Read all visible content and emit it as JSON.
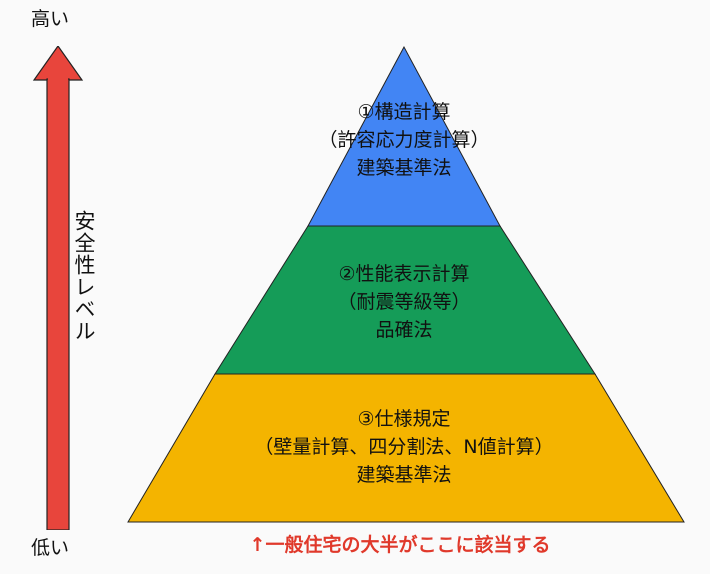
{
  "axis": {
    "high_label": "高い",
    "low_label": "低い",
    "title": "安全性レベル",
    "arrow_color": "#e8453c"
  },
  "tiers": {
    "top": {
      "title": "①構造計算",
      "subtitle": "（許容応力度計算）",
      "law": "建築基準法",
      "color": "#4285f4"
    },
    "middle": {
      "title": "②性能表示計算",
      "subtitle": "（耐震等級等）",
      "law": "品確法",
      "color": "#159c58"
    },
    "bottom": {
      "title": "③仕様規定",
      "subtitle": "（壁量計算、四分割法、N値計算）",
      "law": "建築基準法",
      "color": "#f4b400"
    }
  },
  "footer": {
    "note": "↑一般住宅の大半がここに該当する",
    "color": "#e0392b"
  }
}
